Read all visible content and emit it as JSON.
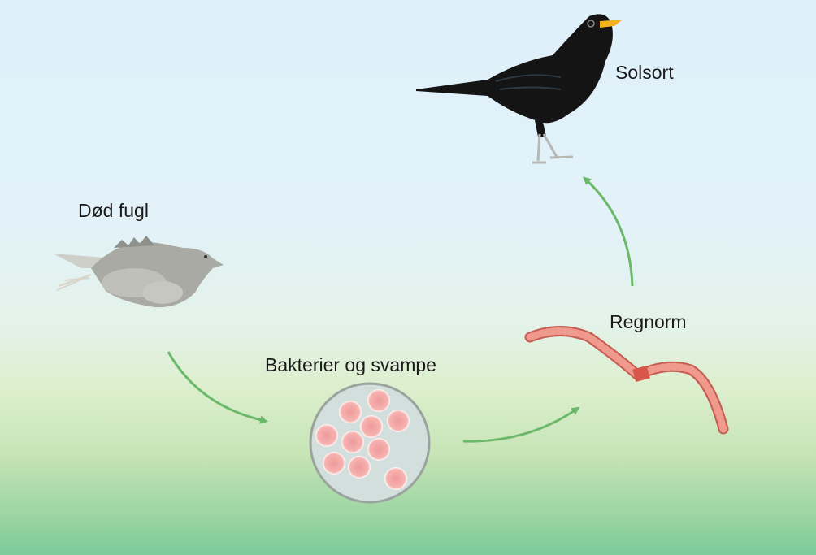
{
  "title": "Nutrient cycle",
  "nodes": {
    "dead_bird": {
      "label": "Død fugl"
    },
    "decomposers": {
      "label": "Bakterier og svampe"
    },
    "earthworm": {
      "label": "Regnorm"
    },
    "blackbird": {
      "label": "Solsort"
    }
  },
  "colors": {
    "arrow": "#6cb86a",
    "blackbird_body": "#141414",
    "beak": "#f2b21e",
    "worm": "#d9786c",
    "dish": "#d3dfdc",
    "cell": "#f2a5a5"
  }
}
